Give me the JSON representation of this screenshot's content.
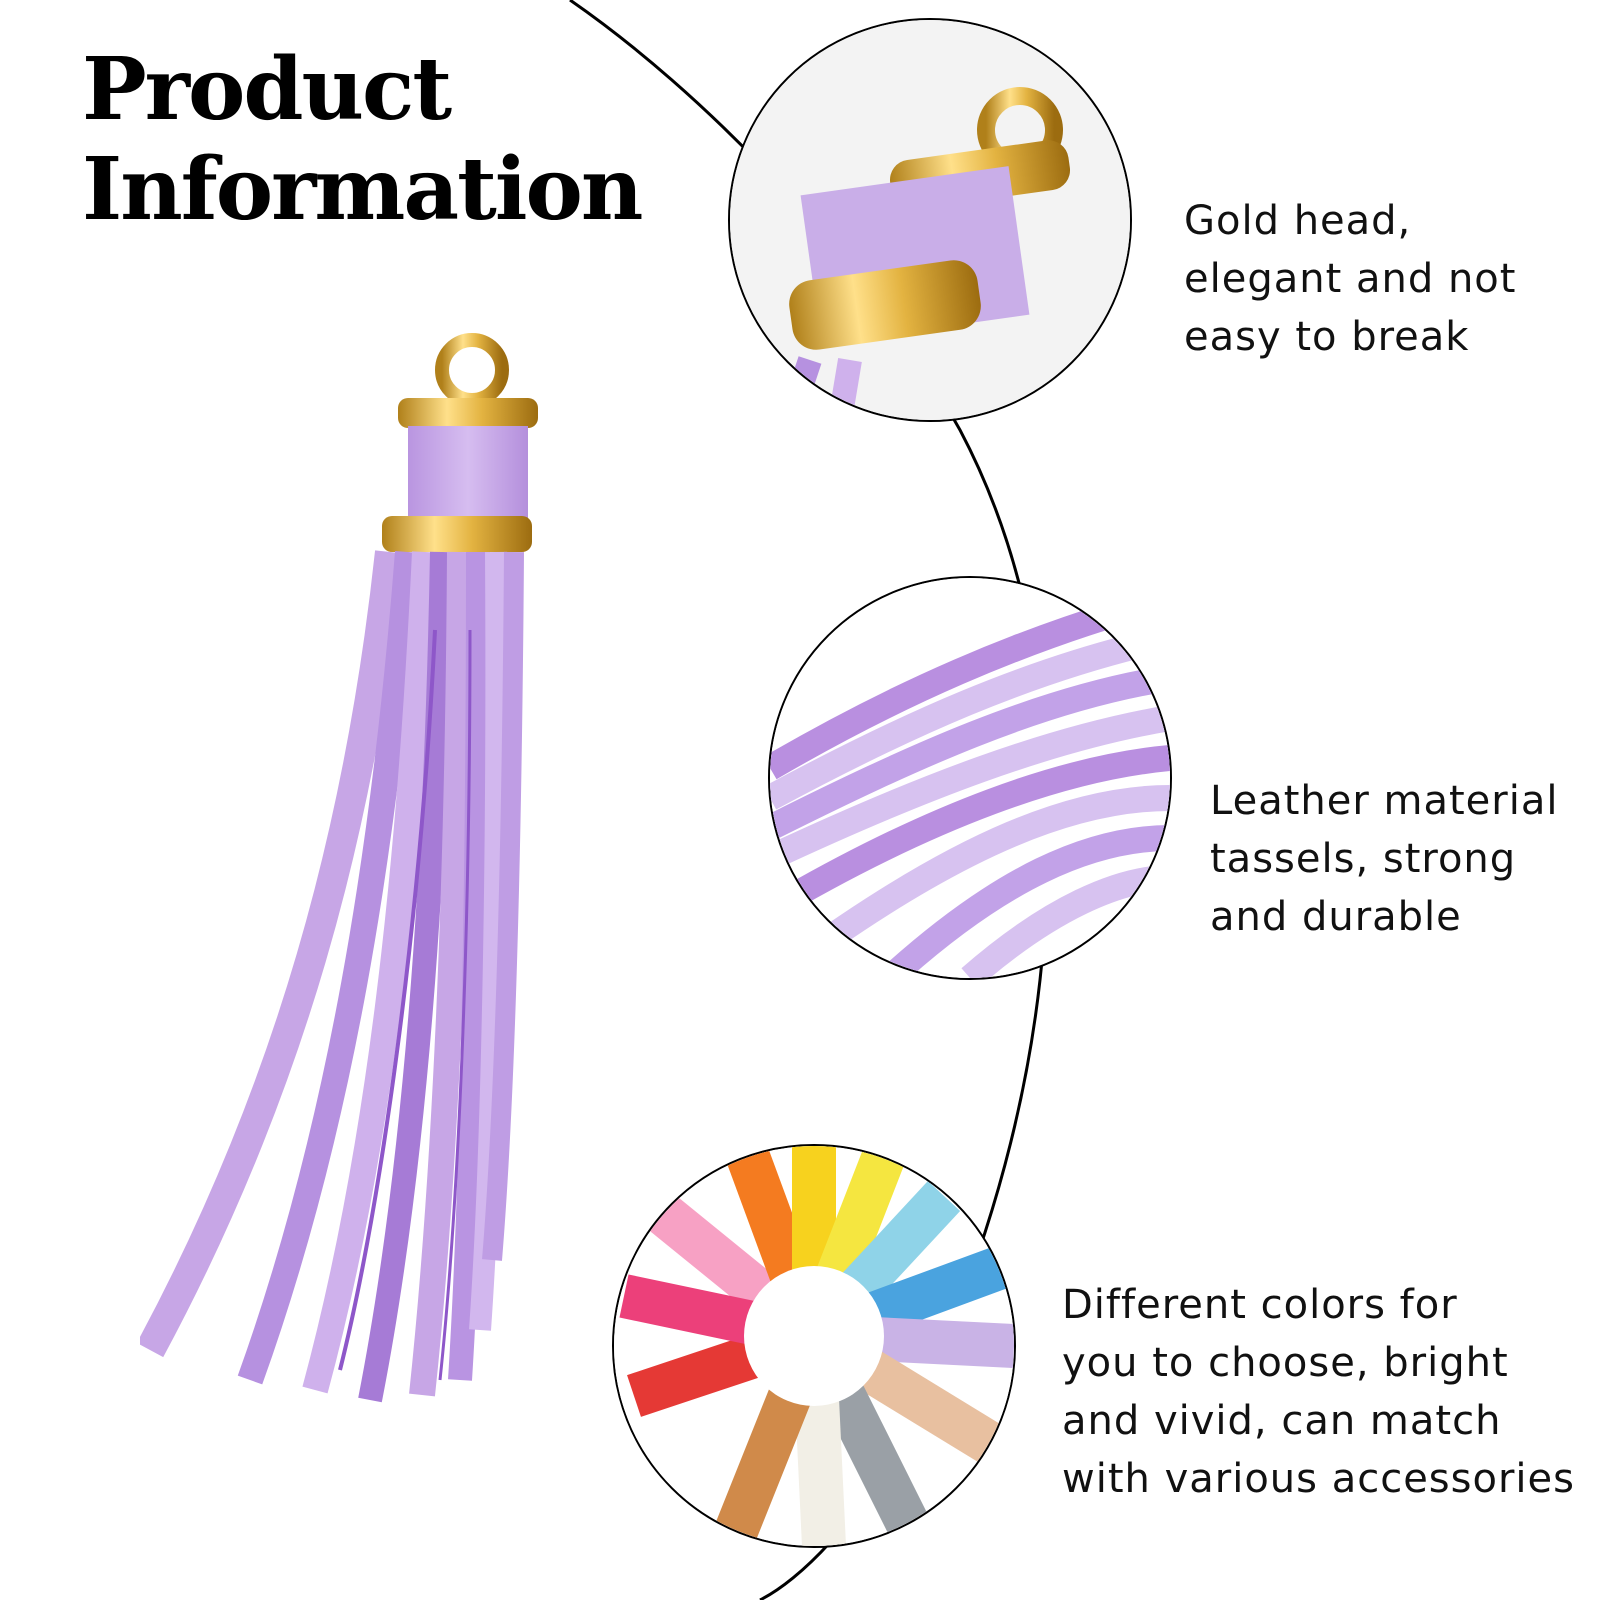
{
  "title": {
    "line1": "Product",
    "line2": "Information"
  },
  "features": [
    {
      "lines": [
        "Gold head,",
        "elegant and not",
        "easy to break"
      ]
    },
    {
      "lines": [
        "Leather material",
        "tassels, strong",
        "and durable"
      ]
    },
    {
      "lines": [
        "Different colors for",
        "you to choose, bright",
        "and vivid, can match",
        "with various accessories"
      ]
    }
  ],
  "colors": {
    "leather": "#c7a6e6",
    "leather_dark": "#9b6fd0",
    "gold": "#e3b341",
    "gold_dark": "#b0801a",
    "line": "#000000"
  },
  "tassel_palette": [
    "#f08aa8",
    "#f47b20",
    "#f7d21e",
    "#f5e640",
    "#8fd3e8",
    "#4aa3df",
    "#3c7fd6",
    "#c9b3e6",
    "#e8c0a0",
    "#f3d7c2",
    "#9aa0a6",
    "#f2efe6",
    "#d08a4a",
    "#e53935",
    "#ec407a",
    "#f7a1c4"
  ]
}
